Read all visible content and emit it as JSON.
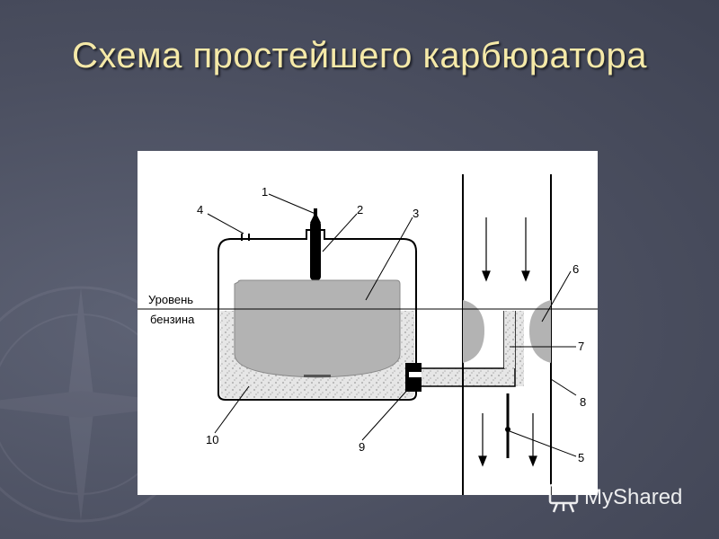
{
  "slide": {
    "title": "Схема простейшего карбюратора"
  },
  "diagram": {
    "fuel_level_label": [
      "Уровень",
      "бензина"
    ],
    "callouts": [
      "1",
      "2",
      "3",
      "4",
      "5",
      "6",
      "7",
      "8",
      "9",
      "10"
    ]
  },
  "watermark": {
    "text": "MyShared",
    "icon": "presentation-board-icon"
  }
}
